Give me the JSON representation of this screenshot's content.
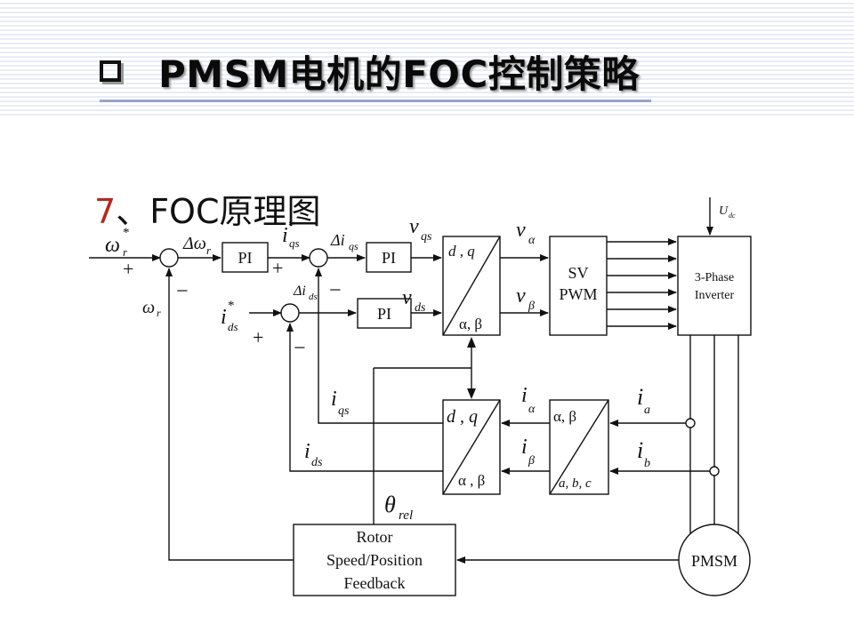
{
  "slide": {
    "title": "PMSM电机的FOC控制策略",
    "subtitle_num": "7",
    "subtitle_text": "、FOC原理图"
  },
  "diagram": {
    "blocks": {
      "pi1": "PI",
      "pi2": "PI",
      "pi3": "PI",
      "dq_top": "d , q",
      "ab_top": "α, β",
      "svpwm_line1": "SV",
      "svpwm_line2": "PWM",
      "inverter_line1": "3-Phase",
      "inverter_line2": "Inverter",
      "dq_bot": "d , q",
      "ab_bot": "α , β",
      "clarke_top": "α, β",
      "clarke_bot": "a, b, c",
      "rotor_line1": "Rotor",
      "rotor_line2": "Speed/Position",
      "rotor_line3": "Feedback",
      "pmsm": "PMSM"
    },
    "signals": {
      "omega_ref": "ω",
      "omega_ref_sub": "r",
      "omega_ref_star": "*",
      "delta_omega": "Δω",
      "delta_omega_sub": "r",
      "iqs_ref": "i",
      "iqs_ref_sub": "qs",
      "iqs_ref_star": "*",
      "delta_iqs": "Δi",
      "delta_iqs_sub": "qs",
      "vqs": "v",
      "vqs_sub": "qs",
      "v_alpha": "v",
      "v_alpha_sub": "α",
      "v_beta": "v",
      "v_beta_sub": "β",
      "vds": "v",
      "vds_sub": "ds",
      "delta_ids": "Δi",
      "delta_ids_sub": "ds",
      "ids_ref": "i",
      "ids_ref_sub": "ds",
      "ids_ref_star": "*",
      "omega_fb": "ω",
      "omega_fb_sub": "r",
      "iqs": "i",
      "iqs_sub": "qs",
      "ids": "i",
      "ids_sub": "ds",
      "i_alpha": "i",
      "i_alpha_sub": "α",
      "i_beta": "i",
      "i_beta_sub": "β",
      "ia": "i",
      "ia_sub": "a",
      "ib": "i",
      "ib_sub": "b",
      "theta": "θ",
      "theta_sub": "rel",
      "udc": "U",
      "udc_sub": "dc"
    },
    "signs": {
      "plus": "+",
      "minus": "−"
    }
  }
}
